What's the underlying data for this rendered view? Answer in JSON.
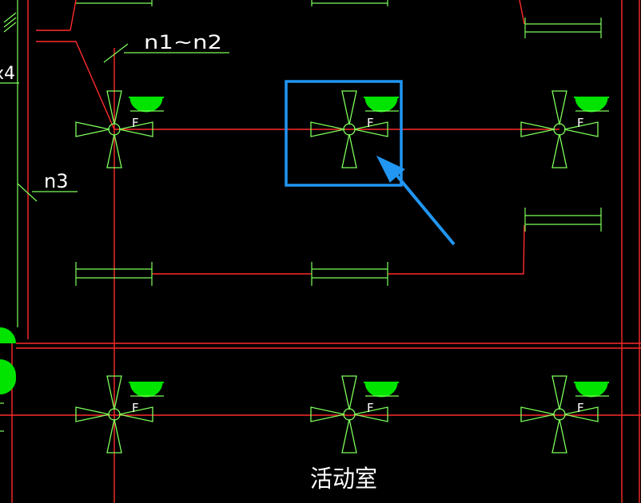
{
  "colors": {
    "background": "#000000",
    "wire": "#ff2a2a",
    "fixture_outline": "#7dff5a",
    "fixture_fill": "#00e400",
    "text": "#ffffff",
    "highlight": "#2196f3"
  },
  "labels": {
    "wire_group_top": "n1~n2",
    "wire_group_left": "n3",
    "edge_fragment": "x4",
    "room_name": "活动室"
  },
  "fans": [
    {
      "id": "fan-1",
      "letter": "F"
    },
    {
      "id": "fan-2",
      "letter": "F",
      "highlighted": true
    },
    {
      "id": "fan-3",
      "letter": "F"
    },
    {
      "id": "fan-4",
      "letter": "F"
    },
    {
      "id": "fan-5",
      "letter": "F"
    },
    {
      "id": "fan-6",
      "letter": "F"
    }
  ]
}
